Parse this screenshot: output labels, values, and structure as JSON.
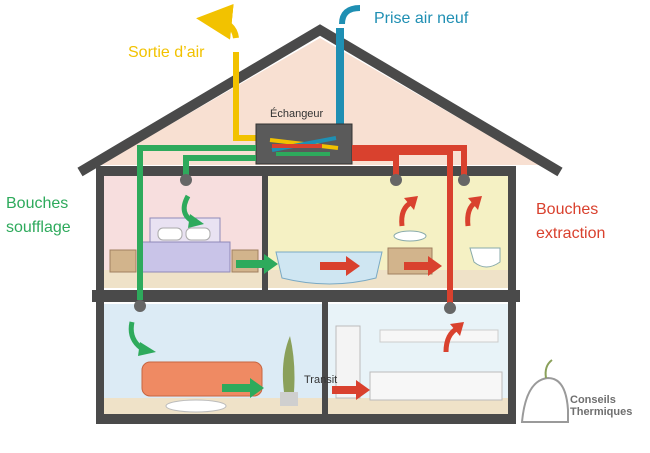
{
  "labels": {
    "sortie": "Sortie d’air",
    "prise": "Prise air neuf",
    "bouches_soufflage_1": "Bouches",
    "bouches_soufflage_2": "soufflage",
    "bouches_extraction_1": "Bouches",
    "bouches_extraction_2": "extraction",
    "echangeur": "Échangeur",
    "transit": "Transit"
  },
  "logo": {
    "line1": "Conseils",
    "line2": "Thermiques"
  },
  "colors": {
    "supply": "#2eaa5c",
    "extract": "#d9412e",
    "exhaust": "#f2c200",
    "fresh_air": "#1f8fb3",
    "structure": "#4a4a4a",
    "attic": "#f8e0d2",
    "bedroom": "#f7dede",
    "bathroom": "#f5f1c4",
    "living": "#dcebf5",
    "kitchen": "#e8f3f8"
  }
}
